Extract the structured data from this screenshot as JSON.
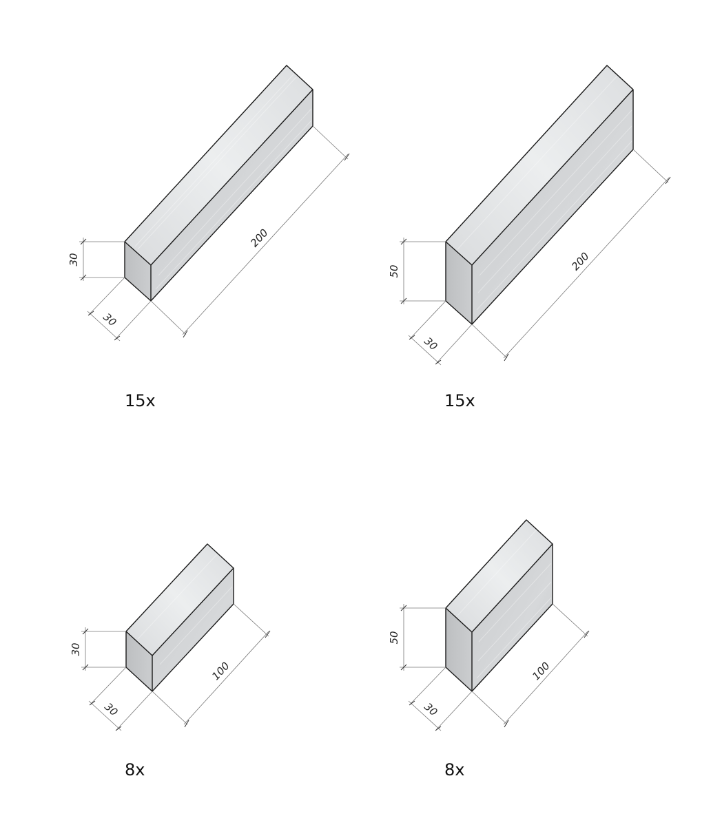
{
  "blocks": [
    {
      "id": "block-200x30x30",
      "quantity": "15x",
      "dimensions": {
        "height": "30",
        "depth": "30",
        "length": "200"
      }
    },
    {
      "id": "block-200x30x50",
      "quantity": "15x",
      "dimensions": {
        "height": "50",
        "depth": "30",
        "length": "200"
      }
    },
    {
      "id": "block-100x30x30",
      "quantity": "8x",
      "dimensions": {
        "height": "30",
        "depth": "30",
        "length": "100"
      }
    },
    {
      "id": "block-100x30x50",
      "quantity": "8x",
      "dimensions": {
        "height": "50",
        "depth": "30",
        "length": "100"
      }
    }
  ],
  "colors": {
    "top_face": "#e4e6e7",
    "front_face": "#cfd1d3",
    "side_face": "#c3c5c7",
    "edge": "#1a1a1a",
    "dimension_line": "#777777"
  }
}
